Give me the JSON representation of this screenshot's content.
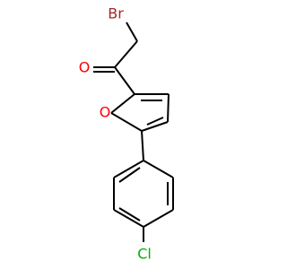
{
  "molecule": {
    "atom_labels": {
      "bromine": "Br",
      "carbonyl_oxygen": "O",
      "furan_oxygen": "O",
      "chlorine": "Cl"
    },
    "colors": {
      "bond": "#000000",
      "bromine": "#a52a2a",
      "oxygen": "#ff0000",
      "chlorine": "#00b000"
    }
  }
}
